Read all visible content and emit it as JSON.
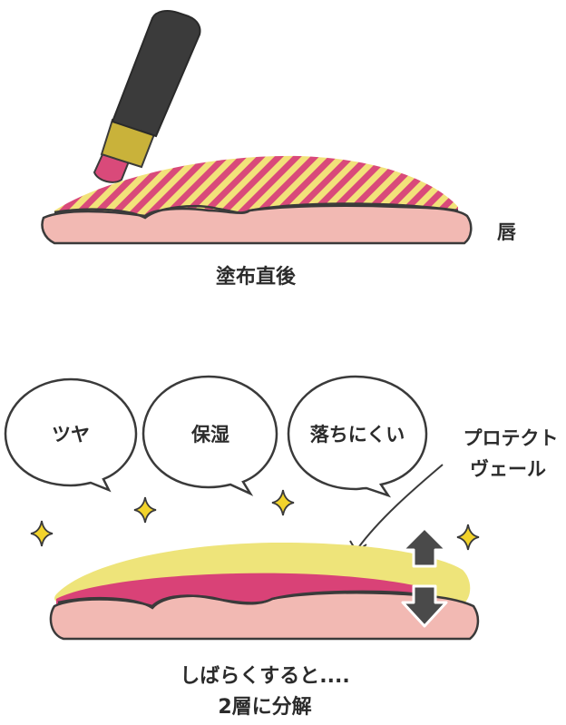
{
  "top": {
    "lip_label": "唇",
    "caption": "塗布直後"
  },
  "bubbles": [
    {
      "label": "ツヤ"
    },
    {
      "label": "保湿"
    },
    {
      "label": "落ちにくい"
    }
  ],
  "veil_label": [
    "プロテクト",
    "ヴェール"
  ],
  "bottom_caption": [
    "しばらくすると....",
    "2層に分解"
  ],
  "colors": {
    "lip": "#f2b9b3",
    "lip_outline": "#3a3a3a",
    "stripe_pink": "#d94a7a",
    "stripe_yellow": "#f2e27a",
    "pink_layer": "#d94277",
    "yellow_layer": "#eee47a",
    "pen_body": "#3b3b3b",
    "pen_gold": "#c9b23a",
    "sparkle": "#f2d32b",
    "arrow": "#4a4a4a"
  }
}
